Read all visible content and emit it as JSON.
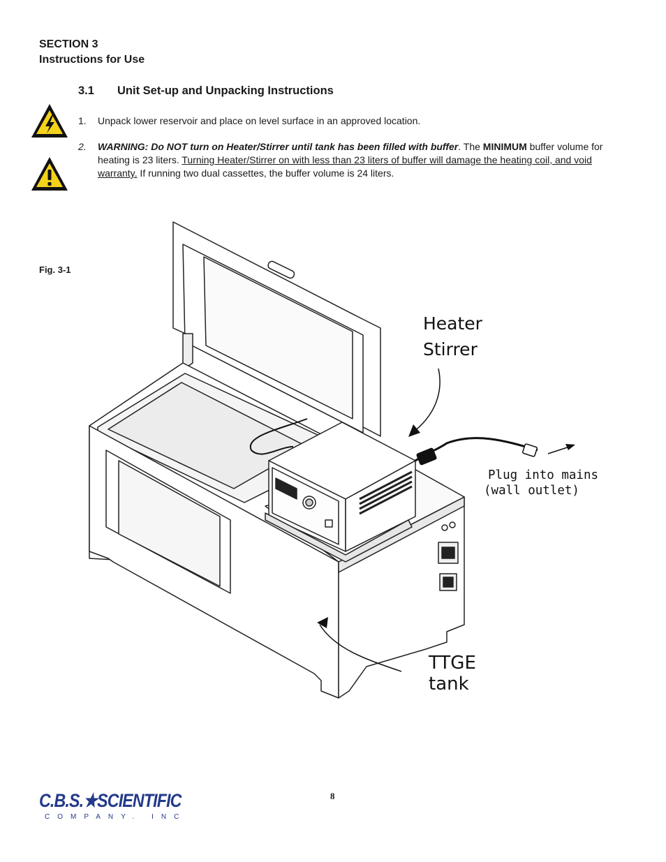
{
  "header": {
    "section": "SECTION 3",
    "title": "Instructions for Use"
  },
  "subsection": {
    "number": "3.1",
    "title": "Unit Set-up and Unpacking Instructions"
  },
  "steps": [
    {
      "number": "1.",
      "text": "Unpack lower reservoir and place on level surface in an approved location."
    },
    {
      "number": "2.",
      "warning": "WARNING: Do NOT turn on Heater/Stirrer until tank has been filled with buffer",
      "after_warning": ".  The ",
      "minimum": "MINIMUM",
      "after_minimum": " buffer volume for heating is 23 liters.  ",
      "underlined": "Turning Heater/Stirrer on with less than 23 liters of buffer will damage the heating coil, and void warranty.",
      "tail": "  If running two dual cassettes, the buffer volume is 24 liters."
    }
  ],
  "figure": {
    "label": "Fig. 3-1",
    "heater_line1": "Heater",
    "heater_line2": "Stirrer",
    "plug_line1": "Plug into mains",
    "plug_line2": "(wall outlet)",
    "tank_line1": "TTGE",
    "tank_line2": "tank"
  },
  "footer": {
    "page_number": "8",
    "logo_main": "C.B.S.★SCIENTIFIC",
    "logo_sub": "COMPANY. INC"
  },
  "colors": {
    "logo": "#233a8a",
    "hazard_yellow": "#f2d21b"
  }
}
